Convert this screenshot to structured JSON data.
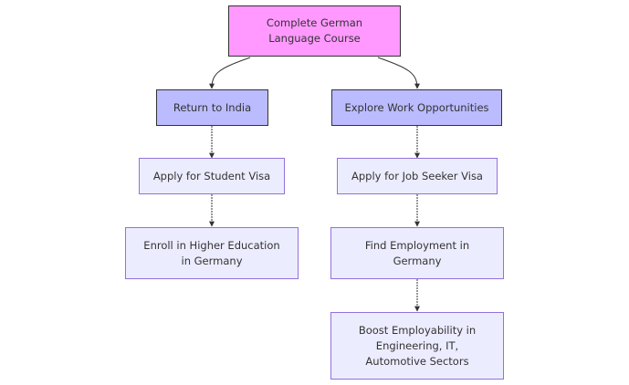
{
  "diagram": {
    "type": "flowchart",
    "direction": "top-down",
    "nodes": [
      {
        "id": "A",
        "label": "Complete German\nLanguage Course",
        "fill": "#ff99ff",
        "stroke": "#333333"
      },
      {
        "id": "B",
        "label": "Return to India",
        "fill": "#bbbbff",
        "stroke": "#333333"
      },
      {
        "id": "C",
        "label": "Explore Work Opportunities",
        "fill": "#bbbbff",
        "stroke": "#333333"
      },
      {
        "id": "D",
        "label": "Apply for Student Visa",
        "fill": "#ececff",
        "stroke": "#9370db"
      },
      {
        "id": "E",
        "label": "Enroll in Higher Education\nin Germany",
        "fill": "#ececff",
        "stroke": "#9370db"
      },
      {
        "id": "F",
        "label": "Apply for Job Seeker Visa",
        "fill": "#ececff",
        "stroke": "#9370db"
      },
      {
        "id": "G",
        "label": "Find Employment in\nGermany",
        "fill": "#ececff",
        "stroke": "#9370db"
      },
      {
        "id": "H",
        "label": "Boost Employability in\nEngineering, IT,\nAutomotive Sectors",
        "fill": "#ececff",
        "stroke": "#9370db"
      }
    ],
    "edges": [
      {
        "from": "A",
        "to": "B"
      },
      {
        "from": "A",
        "to": "C"
      },
      {
        "from": "B",
        "to": "D"
      },
      {
        "from": "D",
        "to": "E"
      },
      {
        "from": "C",
        "to": "F"
      },
      {
        "from": "F",
        "to": "G"
      },
      {
        "from": "G",
        "to": "H"
      }
    ]
  }
}
